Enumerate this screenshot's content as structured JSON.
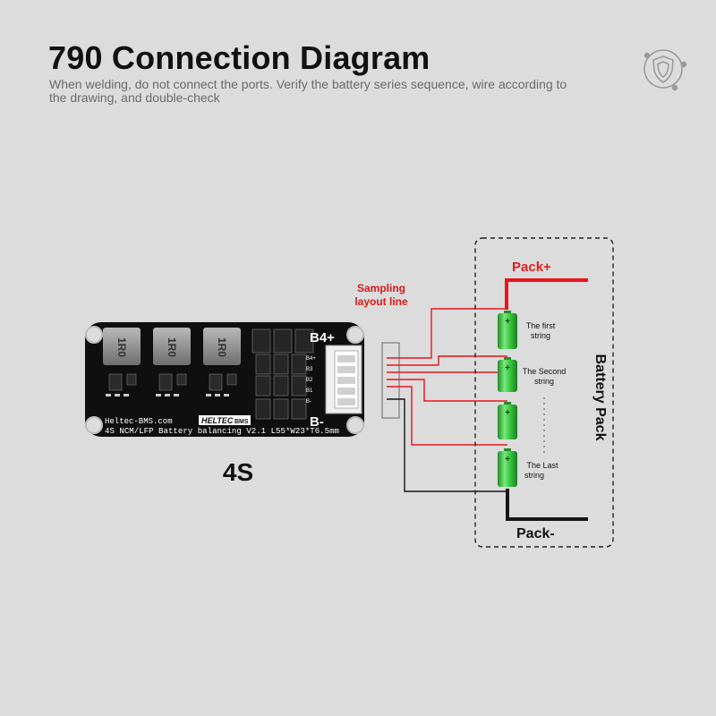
{
  "header": {
    "title": "790 Connection Diagram",
    "subtitle": "When welding, do not connect the ports. Verify the battery series sequence, wire according to the drawing, and double-check"
  },
  "icons": {
    "badge": "shield-badge-icon"
  },
  "board": {
    "inductor_label": "1R0",
    "top_terminal": "B4+",
    "bottom_terminal": "B-",
    "pin_labels": [
      "B4+",
      "B3",
      "B2",
      "B1",
      "B-"
    ],
    "url": "Heltec-BMS.com",
    "brand_a": "HELTEC",
    "brand_b": "BMS",
    "model_line": "4S NCM/LFP Battery balancing V2.1  L55*W23*T6.5mm",
    "size_label": "4S"
  },
  "sampling": {
    "line1": "Sampling",
    "line2": "layout line"
  },
  "pack": {
    "plus": "Pack+",
    "minus": "Pack-",
    "side_label": "Battery Pack",
    "cells": [
      {
        "line1": "The first",
        "line2": "string"
      },
      {
        "line1": "The Second",
        "line2": "string"
      },
      {
        "line1": "",
        "line2": ""
      },
      {
        "line1": "The Last",
        "line2": "string"
      }
    ],
    "cell_mark": "+"
  },
  "colors": {
    "background": "#dcdcdc",
    "red_wire": "#e8141e",
    "pack_plus_text": "#e01e1e",
    "sampling_text": "#d61a1a",
    "black_wire": "#151515",
    "cell_green": "#35c93a",
    "board_black": "#0f0f0f"
  }
}
